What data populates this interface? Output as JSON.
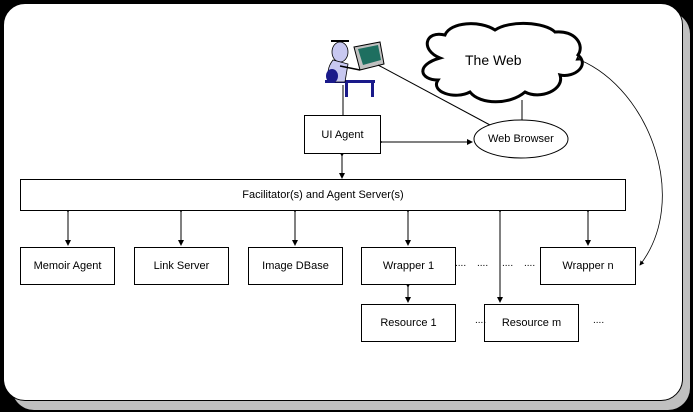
{
  "diagram": {
    "web_cloud": "The Web",
    "web_browser": "Web Browser",
    "ui_agent": "UI Agent",
    "facilitator": "Facilitator(s) and Agent Server(s)",
    "agents": [
      {
        "label": "Memoir Agent"
      },
      {
        "label": "Link Server"
      },
      {
        "label": "Image DBase"
      },
      {
        "label": "Wrapper 1"
      },
      {
        "label": "Wrapper n"
      }
    ],
    "resources": [
      {
        "label": "Resource 1"
      },
      {
        "label": "Resource m"
      }
    ],
    "ellipsis": "...."
  }
}
